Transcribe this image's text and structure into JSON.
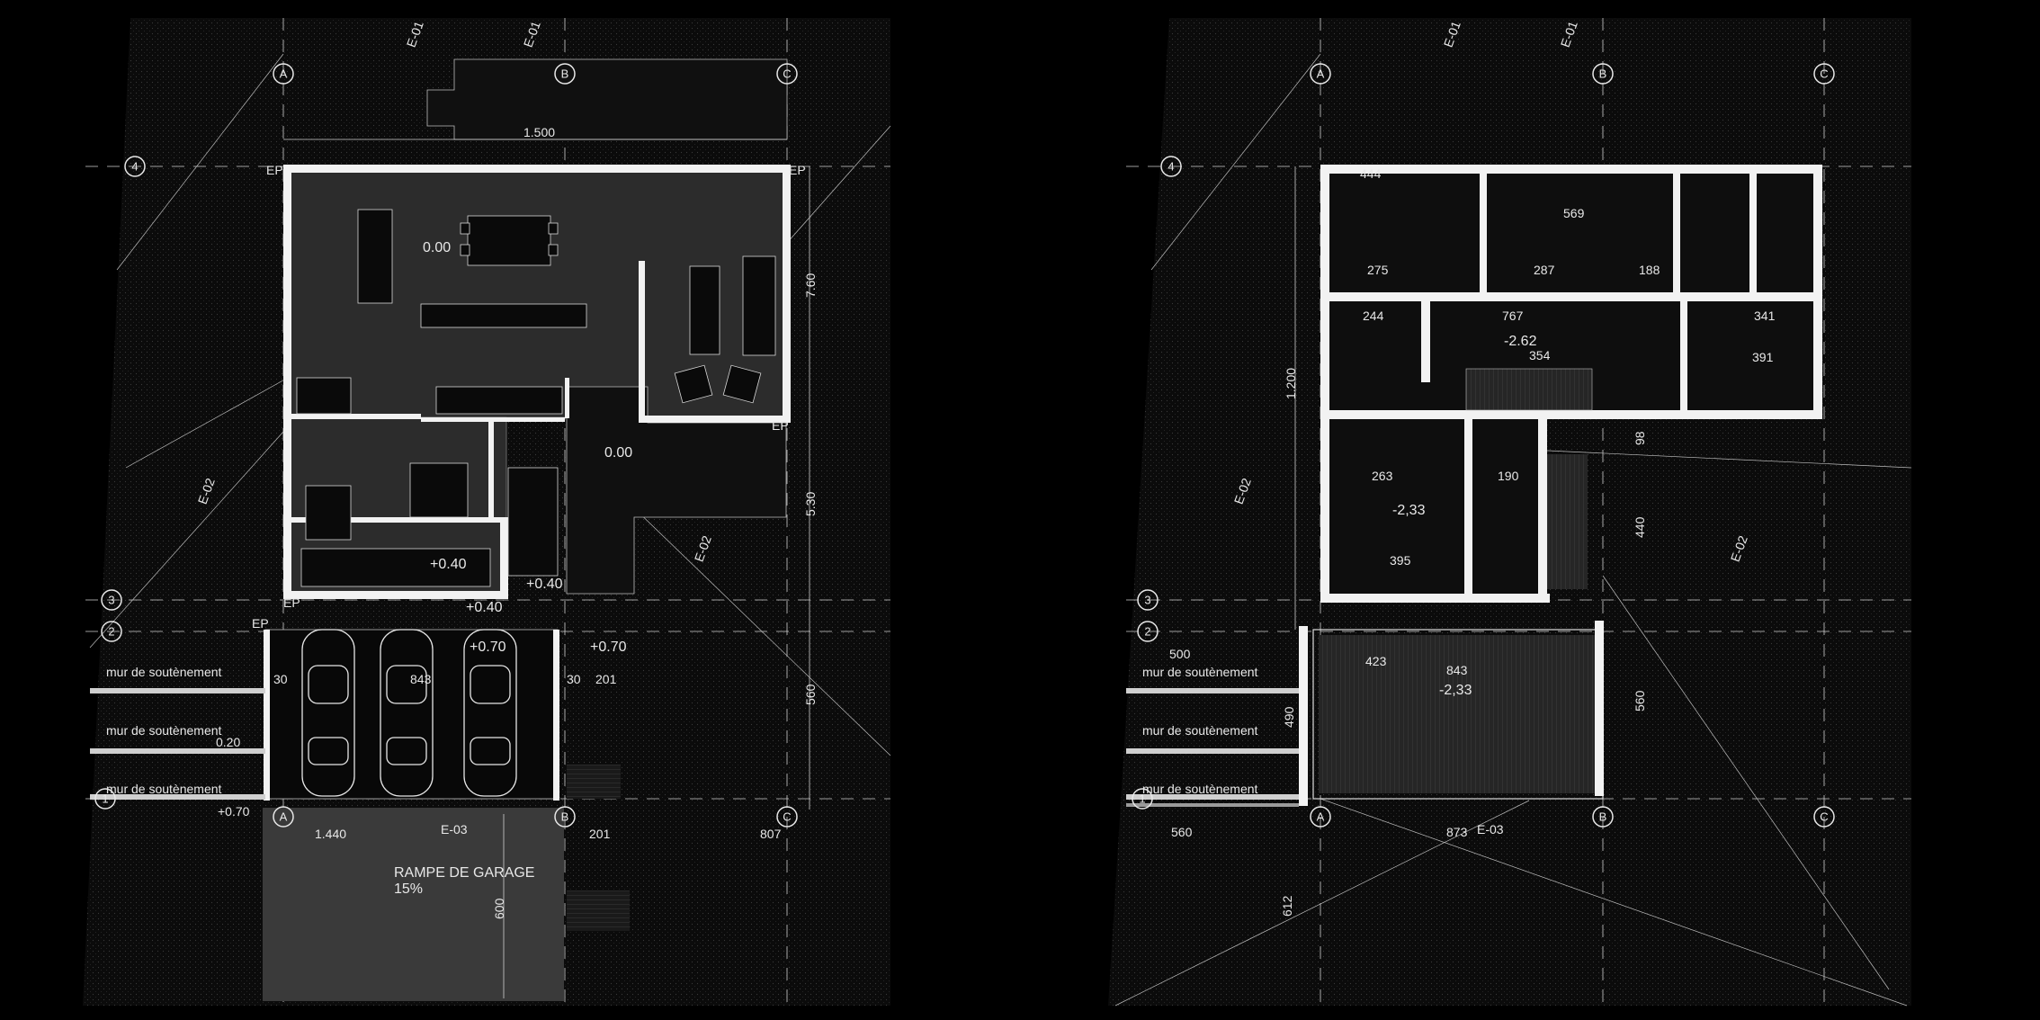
{
  "plan_left": {
    "axes": [
      "A",
      "B",
      "C",
      "4",
      "3",
      "2",
      "1"
    ],
    "levels": {
      "ground_living": "0.00",
      "terrace": "0.00",
      "bedroom": "+0.40",
      "stair": "+0.40",
      "entry": "+0.40",
      "parking": "+0.70",
      "side": "+0.70",
      "street": "+0.70",
      "wall_top": "0.20"
    },
    "dimensions": {
      "canopy": "1.500",
      "width_right": "7.60",
      "height_right": "5.30",
      "parking_depth": "560",
      "parking_width": "843",
      "side_a": "30",
      "side_b": "30",
      "side_c": "201",
      "bottom_a": "1.440",
      "bottom_b": "201",
      "bottom_c": "807",
      "ramp_len": "600"
    },
    "labels": {
      "ramp": "RAMPE DE GARAGE",
      "ramp_slope": "15%",
      "wall_1": "mur de soutènement",
      "wall_2": "mur de soutènement",
      "wall_3": "mur de soutènement",
      "ep_1": "EP",
      "ep_2": "EP",
      "ep_3": "EP",
      "ep_4": "EP",
      "ep_5": "EP"
    },
    "sections": {
      "s1": "E-01",
      "s2": "E-01",
      "s3": "E-02",
      "s4": "E-03",
      "s5": "E-02"
    }
  },
  "plan_right": {
    "axes": [
      "A",
      "B",
      "C",
      "4",
      "3",
      "2",
      "1"
    ],
    "levels": {
      "hall": "-2.62",
      "room": "-2,33",
      "garage": "-2,33"
    },
    "dimensions": {
      "overall_height": "1.200",
      "d1": "500",
      "d2": "490",
      "d3": "560",
      "d4": "440",
      "d5": "98",
      "bottom_a": "560",
      "bottom_b": "873",
      "bottom_c": "612",
      "room_w1": "444",
      "room_w2": "569",
      "corr": "767",
      "w341": "341",
      "w391": "391",
      "w354": "354",
      "w263": "263",
      "w395": "395",
      "w190": "190",
      "w843": "843",
      "w423": "423",
      "w275": "275",
      "w287": "287",
      "w188": "188",
      "w244": "244"
    },
    "labels": {
      "wall_1": "mur de soutènement",
      "wall_2": "mur de soutènement",
      "wall_3": "mur de soutènement"
    },
    "sections": {
      "s1": "E-01",
      "s2": "E-01",
      "s3": "E-02",
      "s4": "E-03",
      "s5": "E-02"
    }
  }
}
